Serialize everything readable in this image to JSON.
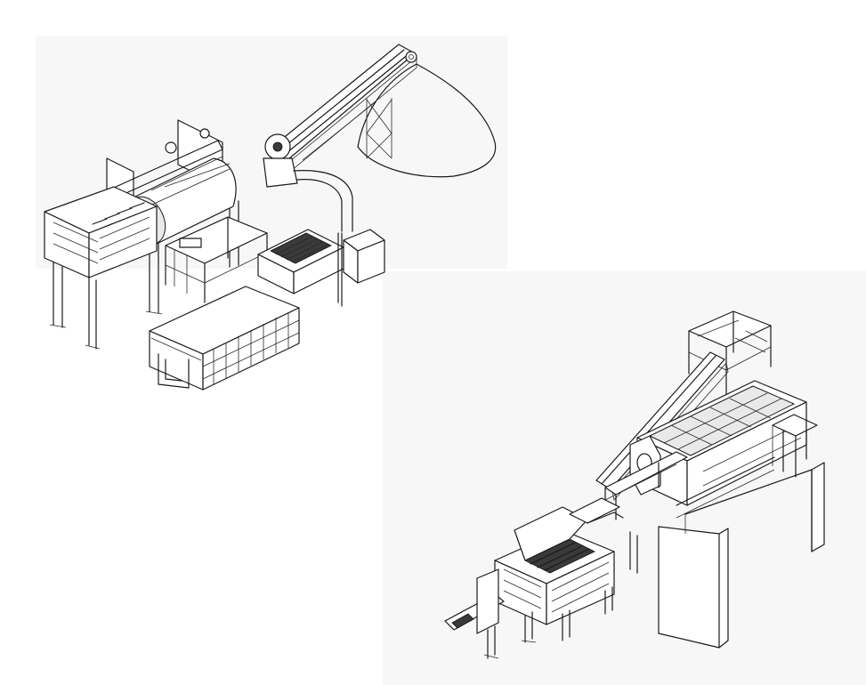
{
  "figures": [
    {
      "kind": "plant-illustration",
      "variant": "trommel-drum-conveyor-container"
    },
    {
      "kind": "plant-illustration",
      "variant": "shredder-screen-conveyor-platform"
    }
  ],
  "colors": {
    "background": "#ffffff",
    "line": "#1a1a1a",
    "shade": "#e9e9e9"
  }
}
